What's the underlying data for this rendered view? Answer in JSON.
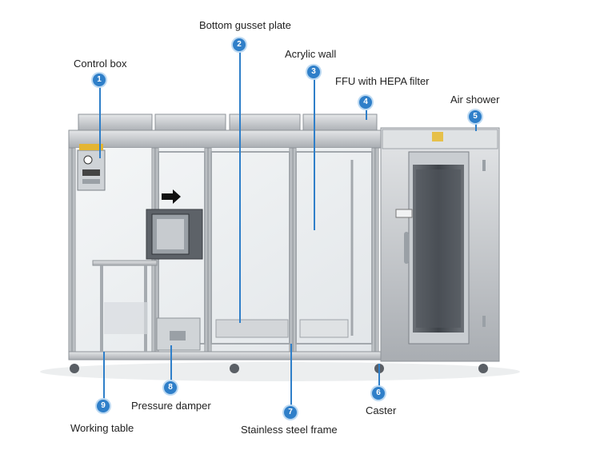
{
  "callouts": [
    {
      "num": "1",
      "label": "Control box"
    },
    {
      "num": "2",
      "label": "Bottom gusset plate"
    },
    {
      "num": "3",
      "label": "Acrylic wall"
    },
    {
      "num": "4",
      "label": "FFU with HEPA filter"
    },
    {
      "num": "5",
      "label": "Air shower"
    },
    {
      "num": "6",
      "label": "Caster"
    },
    {
      "num": "7",
      "label": "Stainless steel frame"
    },
    {
      "num": "8",
      "label": "Pressure damper"
    },
    {
      "num": "9",
      "label": "Working table"
    }
  ],
  "colors": {
    "accent": "#2f7fc9",
    "steel": "#b9bcc0",
    "glass": "#e8ecef"
  },
  "image": {
    "description_icon": "modular-cleanroom-with-air-shower"
  }
}
